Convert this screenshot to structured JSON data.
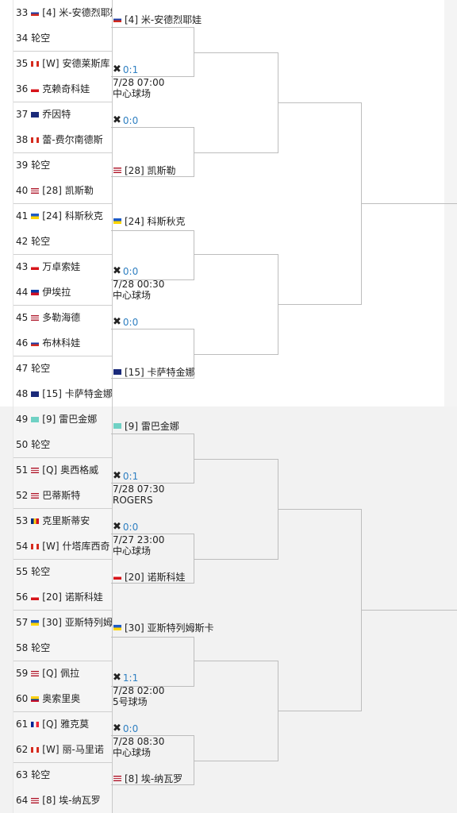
{
  "top_seeds": [
    {
      "num": "33",
      "flag": "ru",
      "seed": "[4]",
      "name": "米-安德烈耶娃"
    },
    {
      "num": "34",
      "flag": "",
      "seed": "",
      "name": "轮空"
    },
    {
      "num": "35",
      "flag": "ca",
      "seed": "[W]",
      "name": "安德莱斯库"
    },
    {
      "num": "36",
      "flag": "cz",
      "seed": "",
      "name": "克赖奇科娃"
    },
    {
      "num": "37",
      "flag": "au",
      "seed": "",
      "name": "乔因特"
    },
    {
      "num": "38",
      "flag": "ca",
      "seed": "",
      "name": "蕾-费尔南德斯"
    },
    {
      "num": "39",
      "flag": "",
      "seed": "",
      "name": "轮空"
    },
    {
      "num": "40",
      "flag": "us",
      "seed": "[28]",
      "name": "凯斯勒"
    },
    {
      "num": "41",
      "flag": "ua",
      "seed": "[24]",
      "name": "科斯秋克"
    },
    {
      "num": "42",
      "flag": "",
      "seed": "",
      "name": "轮空"
    },
    {
      "num": "43",
      "flag": "cz",
      "seed": "",
      "name": "万卓索娃"
    },
    {
      "num": "44",
      "flag": "ph",
      "seed": "",
      "name": "伊埃拉"
    },
    {
      "num": "45",
      "flag": "us",
      "seed": "",
      "name": "多勒海德"
    },
    {
      "num": "46",
      "flag": "ru",
      "seed": "",
      "name": "布林科娃"
    },
    {
      "num": "47",
      "flag": "",
      "seed": "",
      "name": "轮空"
    },
    {
      "num": "48",
      "flag": "au",
      "seed": "[15]",
      "name": "卡萨特金娜"
    }
  ],
  "bottom_seeds": [
    {
      "num": "49",
      "flag": "kz",
      "seed": "[9]",
      "name": "雷巴金娜"
    },
    {
      "num": "50",
      "flag": "",
      "seed": "",
      "name": "轮空"
    },
    {
      "num": "51",
      "flag": "us",
      "seed": "[Q]",
      "name": "奥西格威"
    },
    {
      "num": "52",
      "flag": "us",
      "seed": "",
      "name": "巴蒂斯特"
    },
    {
      "num": "53",
      "flag": "ro",
      "seed": "",
      "name": "克里斯蒂安"
    },
    {
      "num": "54",
      "flag": "ca",
      "seed": "[W]",
      "name": "什塔库西奇"
    },
    {
      "num": "55",
      "flag": "",
      "seed": "",
      "name": "轮空"
    },
    {
      "num": "56",
      "flag": "cz",
      "seed": "[20]",
      "name": "诺斯科娃"
    },
    {
      "num": "57",
      "flag": "ua",
      "seed": "[30]",
      "name": "亚斯特列姆斯卡"
    },
    {
      "num": "58",
      "flag": "",
      "seed": "",
      "name": "轮空"
    },
    {
      "num": "59",
      "flag": "us",
      "seed": "[Q]",
      "name": "佩拉"
    },
    {
      "num": "60",
      "flag": "co",
      "seed": "",
      "name": "奥索里奥"
    },
    {
      "num": "61",
      "flag": "fr",
      "seed": "[Q]",
      "name": "雅克莫"
    },
    {
      "num": "62",
      "flag": "ca",
      "seed": "[W]",
      "name": "丽-马里诺"
    },
    {
      "num": "63",
      "flag": "",
      "seed": "",
      "name": "轮空"
    },
    {
      "num": "64",
      "flag": "us",
      "seed": "[8]",
      "name": "埃-纳瓦罗"
    }
  ],
  "top_entries": [
    {
      "flag": "ru",
      "text": "[4] 米-安德烈耶娃"
    },
    {
      "flag": "us",
      "text": "[28] 凯斯勒"
    },
    {
      "flag": "ua",
      "text": "[24] 科斯秋克"
    },
    {
      "flag": "au",
      "text": "[15] 卡萨特金娜"
    }
  ],
  "bottom_entries": [
    {
      "flag": "kz",
      "text": "[9] 雷巴金娜"
    },
    {
      "flag": "cz",
      "text": "[20] 诺斯科娃"
    },
    {
      "flag": "ua",
      "text": "[30] 亚斯特列姆斯卡"
    },
    {
      "flag": "us",
      "text": "[8] 埃-纳瓦罗"
    }
  ],
  "top_matches": [
    {
      "score": "0:1",
      "time": "7/28 07:00",
      "court": "中心球场"
    },
    {
      "score": "0:0",
      "time": "",
      "court": ""
    },
    {
      "score": "0:0",
      "time": "7/28 00:30",
      "court": "中心球场"
    },
    {
      "score": "0:0",
      "time": "",
      "court": ""
    }
  ],
  "bottom_matches": [
    {
      "score": "0:1",
      "time": "7/28 07:30",
      "court": "ROGERS"
    },
    {
      "score": "0:0",
      "time": "7/27 23:00",
      "court": "中心球场"
    },
    {
      "score": "1:1",
      "time": "7/28 02:00",
      "court": "5号球场"
    },
    {
      "score": "0:0",
      "time": "7/28 08:30",
      "court": "中心球场"
    }
  ],
  "icons": {
    "score": "crossed-rackets-icon"
  },
  "colors": {
    "score": "#2f7fc1",
    "line": "#bdbdbd"
  }
}
